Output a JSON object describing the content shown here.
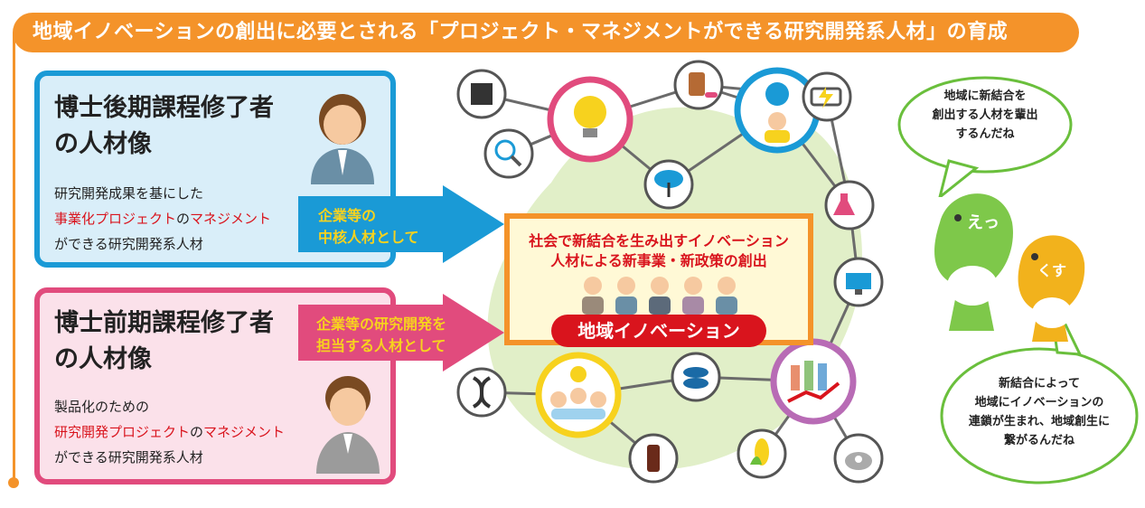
{
  "banner": {
    "title": "地域イノベーションの創出に必要とされる「プロジェクト・マネジメントができる研究開発系人材」の育成"
  },
  "doctoral": {
    "title_line1": "博士後期課程修了者",
    "title_line2": "の人材像",
    "desc_line1": "研究開発成果を基にした",
    "desc_red1": "事業化プロジェクト",
    "desc_mid": "の",
    "desc_red2": "マネジメント",
    "desc_line3": "ができる研究開発系人材",
    "arrow_line1": "企業等の",
    "arrow_line2": "中核人材として"
  },
  "masters": {
    "title_line1": "博士前期課程修了者",
    "title_line2": "の人材像",
    "desc_line1": "製品化のための",
    "desc_red1": "研究開発プロジェクト",
    "desc_mid": "の",
    "desc_red2": "マネジメント",
    "desc_line3": "ができる研究開発系人材",
    "arrow_line1": "企業等の研究開発を",
    "arrow_line2": "担当する人材として"
  },
  "center": {
    "line1": "社会で新結合を生み出すイノベーション",
    "line2": "人材による新事業・新政策の創出",
    "pill": "地域イノベーション"
  },
  "bubble_top": {
    "line1": "地域に新結合を",
    "line2": "創出する人材を輩出",
    "line3": "するんだね"
  },
  "bubble_bottom": {
    "line1": "新結合によって",
    "line2": "地域にイノベーションの",
    "line3": "連鎖が生まれ、地域創生に",
    "line4": "繋がるんだね"
  },
  "mascots": {
    "left": "えっ",
    "right": "くす"
  },
  "colors": {
    "orange": "#f4932a",
    "blue": "#1a9ad6",
    "pink": "#e14b7d",
    "red": "#d9141d",
    "yellow": "#f7d21e",
    "green": "#6abf3c"
  }
}
